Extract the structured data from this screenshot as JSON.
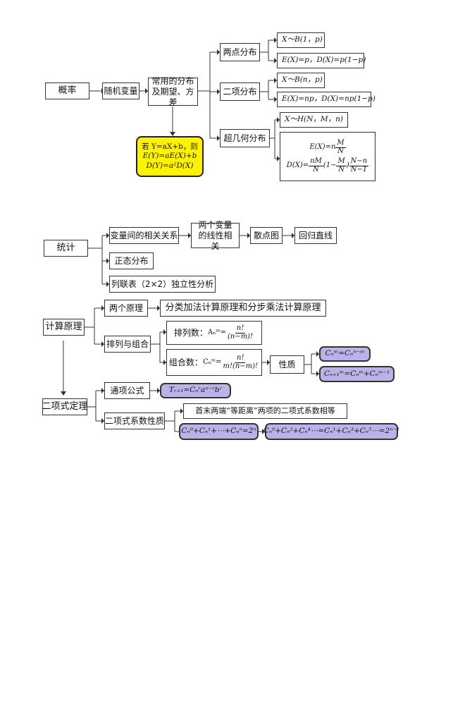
{
  "probability": {
    "root": "概率",
    "random_variable": "随机变量",
    "common_dist": "常用的分布及期望、方差",
    "linear": {
      "line1": "若 Y=aX+b，则",
      "line2": "E(Y)=aE(X)+b",
      "line3": "D(Y)=a²D(X)"
    },
    "two_point": {
      "label": "两点分布",
      "f1": "X～B(1，p)",
      "f2": "E(X)=p，D(X)=p(1−p)"
    },
    "binomial": {
      "label": "二项分布",
      "f1": "X～B(n，p)",
      "f2": "E(X)=np，D(X)=np(1−p)"
    },
    "hypergeo": {
      "label": "超几何分布",
      "f1": "X～H(N，M，n)",
      "e_prefix": "E(X)=n",
      "e_num": "M",
      "e_den": "N",
      "d_prefix": "D(X)=",
      "d_num1": "nM",
      "d_den1": "N",
      "d_mid1": "(1−",
      "d_num2": "M",
      "d_den2": "N",
      "d_mid2": ")",
      "d_num3": "N−n",
      "d_den3": "N−1"
    }
  },
  "statistics": {
    "root": "统计",
    "corr": "变量间的相关关系",
    "linear_corr": "两个变量的线性相关",
    "scatter": "散点图",
    "regression": "回归直线",
    "normal": "正态分布",
    "contingency": "列联表（2×2）独立性分析"
  },
  "counting": {
    "root": "计算原理",
    "two_principles": "两个原理",
    "two_principles_desc": "分类加法计算原理和分步乘法计算原理",
    "perm_comb": "排列与组合",
    "perm_label": "排列数：",
    "perm_formula_lhs": "Aₙᵐ=",
    "perm_num": "n!",
    "perm_den": "(n−m)!",
    "comb_label": "组合数：",
    "comb_formula_lhs": "Cₙᵐ=",
    "comb_num": "n!",
    "comb_den": "m!(n−m)!",
    "property": "性质",
    "prop1": "Cₙᵐ=Cₙⁿ⁻ᵐ",
    "prop2": "Cₙ₊₁ᵐ=Cₙᵐ+Cₙᵐ⁻¹"
  },
  "binomial_theorem": {
    "root": "二项式定理",
    "general_term": "通项公式",
    "general_term_formula": "Tᵣ₊₁=Cₙʳaⁿ⁻ʳbʳ",
    "coef_property": "二项式系数性质",
    "symmetry": "首末两端“等距离”两项的二项式系数相等",
    "sum_all": "Cₙ⁰+Cₙ¹+⋯+Cₙⁿ=2ⁿ",
    "sum_half": "Cₙ⁰+Cₙ²+Cₙ⁴⋯=Cₙ¹+Cₙ³+Cₙ⁵⋯=2ⁿ⁻¹"
  }
}
